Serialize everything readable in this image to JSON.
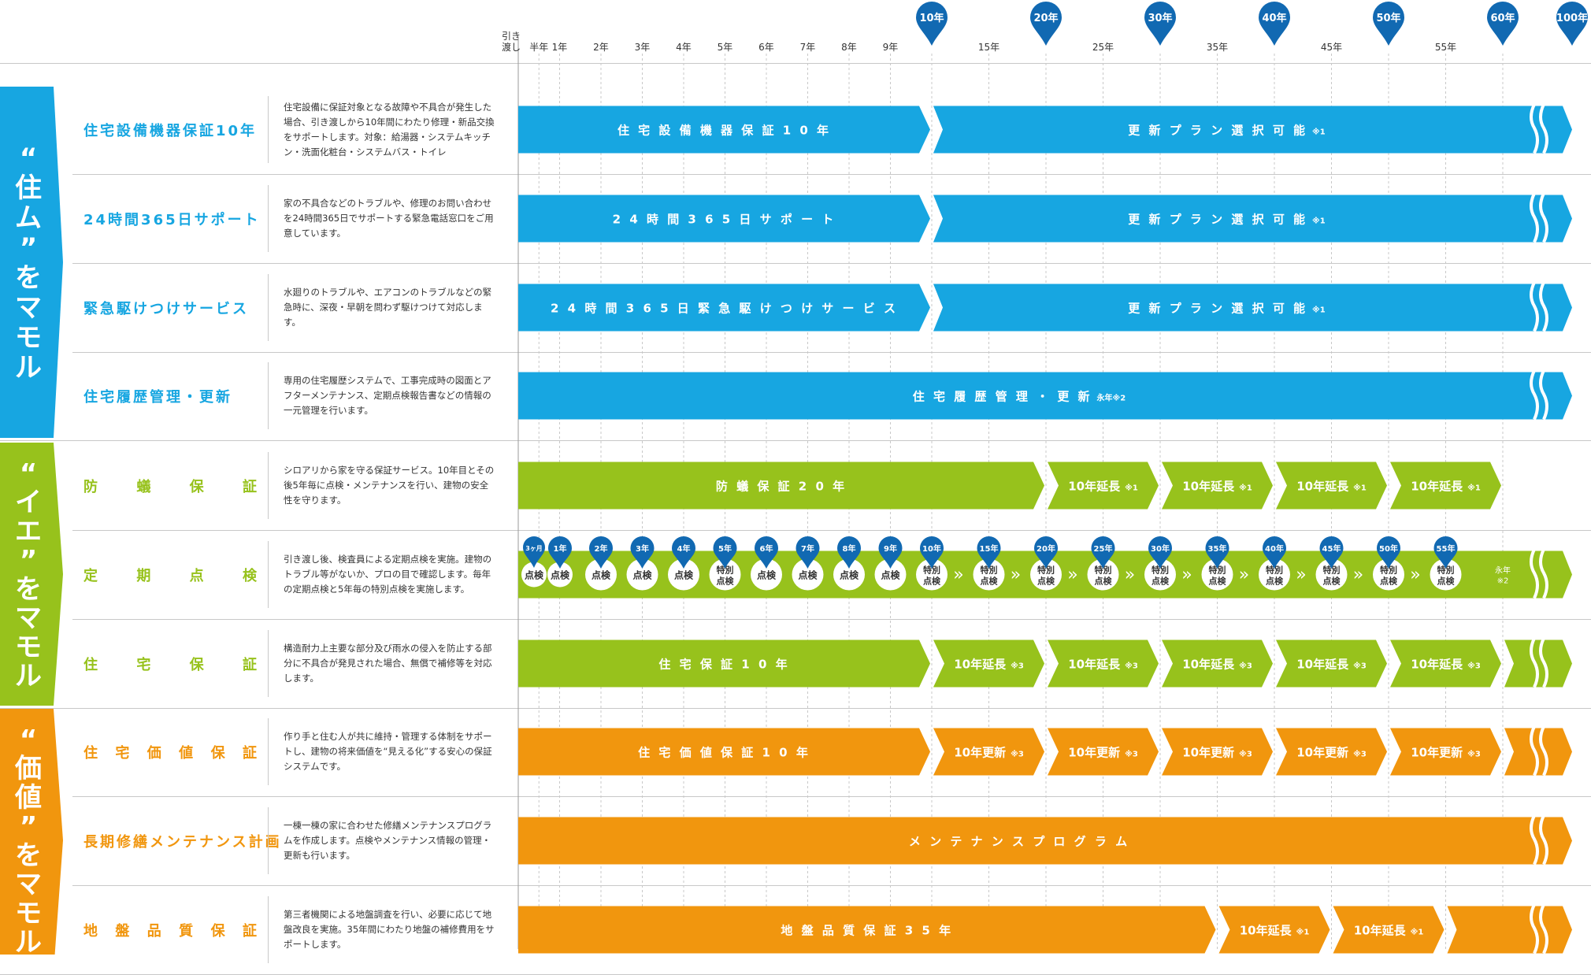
{
  "colors": {
    "blue": "#17a6e1",
    "green": "#97c21c",
    "orange": "#f1960e",
    "pin": "#1169b2",
    "grid": "#c8c8c8"
  },
  "axis": {
    "start_label": "引き渡し",
    "ticks": [
      "半年",
      "1年",
      "2年",
      "3年",
      "4年",
      "5年",
      "6年",
      "7年",
      "8年",
      "9年",
      "15年",
      "25年",
      "35年",
      "45年",
      "55年"
    ],
    "pins": [
      "10年",
      "20年",
      "30年",
      "40年",
      "50年",
      "60年",
      "100年"
    ]
  },
  "categories": [
    {
      "key": "sumu",
      "title": "“住ム”をマモル",
      "color": "blue",
      "rows": [
        {
          "name": "住宅設備機器保証10年",
          "description": "住宅設備に保証対象となる故障や不具合が発生した場合、引き渡しから10年間にわたり修理・新品交換をサポートします。対象：給湯器・システムキッチン・洗面化粧台・システムバス・トイレ",
          "segments": [
            {
              "label": "住宅設備機器保証10年",
              "start": 0,
              "end": 10
            },
            {
              "label": "更新プラン選択可能",
              "note": "※1",
              "start": 10,
              "end": "forever"
            }
          ]
        },
        {
          "name": "24時間365日サポート",
          "description": "家の不具合などのトラブルや、修理のお問い合わせを24時間365日でサポートする緊急電話窓口をご用意しています。",
          "segments": [
            {
              "label": "24時間365日サポート",
              "start": 0,
              "end": 10
            },
            {
              "label": "更新プラン選択可能",
              "note": "※1",
              "start": 10,
              "end": "forever"
            }
          ]
        },
        {
          "name": "緊急駆けつけサービス",
          "description": "水廻りのトラブルや、エアコンのトラブルなどの緊急時に、深夜・早朝を問わず駆けつけて対応します。",
          "segments": [
            {
              "label": "24時間365日緊急駆けつけサービス",
              "start": 0,
              "end": 10
            },
            {
              "label": "更新プラン選択可能",
              "note": "※1",
              "start": 10,
              "end": "forever"
            }
          ]
        },
        {
          "name": "住宅履歴管理・更新",
          "description": "専用の住宅履歴システムで、工事完成時の図面とアフターメンテナンス、定期点検報告書などの情報の一元管理を行います。",
          "segments": [
            {
              "label": "住宅履歴管理・更新",
              "note": "永年※2",
              "start": 0,
              "end": "forever"
            }
          ]
        }
      ]
    },
    {
      "key": "ie",
      "title": "“イエ”をマモル",
      "color": "green",
      "rows": [
        {
          "name": "防蟻保証",
          "description": "シロアリから家を守る保証サービス。10年目とその後5年毎に点検・メンテナンスを行い、建物の安全性を守ります。",
          "segments": [
            {
              "label": "防蟻保証20年",
              "start": 0,
              "end": 20
            },
            {
              "label": "10年延長",
              "note": "※1",
              "start": 20,
              "end": 30
            },
            {
              "label": "10年延長",
              "note": "※1",
              "start": 30,
              "end": 40
            },
            {
              "label": "10年延長",
              "note": "※1",
              "start": 40,
              "end": 50
            },
            {
              "label": "10年延長",
              "note": "※1",
              "start": 50,
              "end": 60
            }
          ]
        },
        {
          "name": "定期点検",
          "description": "引き渡し後、検査員による定期点検を実施。建物のトラブル等がないか、プロの目で確認します。毎年の定期点検と5年毎の特別点検を実施します。",
          "inspection_pins": [
            "3ヶ月",
            "1年",
            "2年",
            "3年",
            "4年",
            "5年",
            "6年",
            "7年",
            "8年",
            "9年",
            "10年",
            "15年",
            "20年",
            "25年",
            "30年",
            "35年",
            "40年",
            "45年",
            "50年",
            "55年"
          ],
          "inspections": [
            "点検",
            "点検",
            "点検",
            "点検",
            "点検",
            "特別点検",
            "点検",
            "点検",
            "点検",
            "点検",
            "特別点検",
            "特別点検",
            "特別点検",
            "特別点検",
            "特別点検",
            "特別点検",
            "特別点検",
            "特別点検",
            "特別点検",
            "特別点検"
          ],
          "end_note": "永年※2"
        },
        {
          "name": "住宅保証",
          "description": "構造耐力上主要な部分及び雨水の侵入を防止する部分に不具合が発見された場合、無償で補修等を対応します。",
          "segments": [
            {
              "label": "住宅保証10年",
              "start": 0,
              "end": 10
            },
            {
              "label": "10年延長",
              "note": "※3",
              "start": 10,
              "end": 20
            },
            {
              "label": "10年延長",
              "note": "※3",
              "start": 20,
              "end": 30
            },
            {
              "label": "10年延長",
              "note": "※3",
              "start": 30,
              "end": 40
            },
            {
              "label": "10年延長",
              "note": "※3",
              "start": 40,
              "end": 50
            },
            {
              "label": "10年延長",
              "note": "※3",
              "start": 50,
              "end": 60
            },
            {
              "label": "",
              "start": 60,
              "end": "forever"
            }
          ]
        }
      ]
    },
    {
      "key": "kachi",
      "title": "“価値”をマモル",
      "color": "orange",
      "rows": [
        {
          "name": "住宅価値保証",
          "description": "作り手と住む人が共に維持・管理する体制をサポートし、建物の将来価値を“見える化”する安心の保証システムです。",
          "segments": [
            {
              "label": "住宅価値保証10年",
              "start": 0,
              "end": 10
            },
            {
              "label": "10年更新",
              "note": "※3",
              "start": 10,
              "end": 20
            },
            {
              "label": "10年更新",
              "note": "※3",
              "start": 20,
              "end": 30
            },
            {
              "label": "10年更新",
              "note": "※3",
              "start": 30,
              "end": 40
            },
            {
              "label": "10年更新",
              "note": "※3",
              "start": 40,
              "end": 50
            },
            {
              "label": "10年更新",
              "note": "※3",
              "start": 50,
              "end": 60
            },
            {
              "label": "",
              "start": 60,
              "end": "forever"
            }
          ]
        },
        {
          "name": "長期修繕メンテナンス計画",
          "description": "一棟一棟の家に合わせた修繕メンテナンスプログラムを作成します。点検やメンテナンス情報の管理・更新も行います。",
          "segments": [
            {
              "label": "メンテナンスプログラム",
              "start": 0,
              "end": "forever"
            }
          ]
        },
        {
          "name": "地盤品質保証",
          "description": "第三者機関による地盤調査を行い、必要に応じて地盤改良を実施。35年間にわたり地盤の補修費用をサポートします。",
          "segments": [
            {
              "label": "地盤品質保証35年",
              "start": 0,
              "end": 35
            },
            {
              "label": "10年延長",
              "note": "※1",
              "start": 35,
              "end": 45
            },
            {
              "label": "10年延長",
              "note": "※1",
              "start": 45,
              "end": 55
            },
            {
              "label": "",
              "start": 55,
              "end": "forever"
            }
          ]
        }
      ]
    }
  ]
}
